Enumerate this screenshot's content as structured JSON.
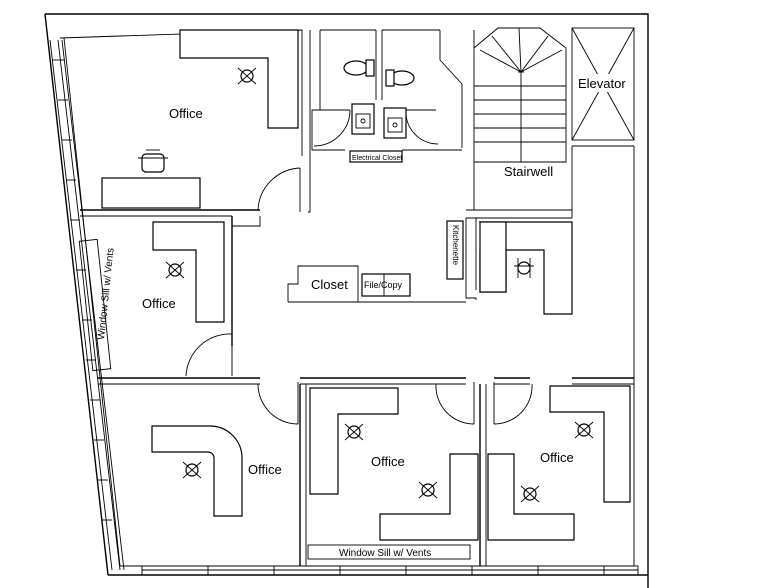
{
  "floor_plan": {
    "rooms": {
      "office_top_left": "Office",
      "office_mid_left": "Office",
      "office_bottom_left": "Office",
      "office_bottom_center": "Office",
      "office_bottom_right": "Office",
      "closet": "Closet",
      "file_copy": "File/Copy",
      "electrical_closet": "Electrical Closet",
      "kitchenette": "Kitchenette",
      "stairwell": "Stairwell",
      "elevator": "Elevator"
    },
    "features": {
      "window_sill_left": "Window Sill w/ Vents",
      "window_sill_bottom": "Window Sill w/ Vents"
    }
  }
}
